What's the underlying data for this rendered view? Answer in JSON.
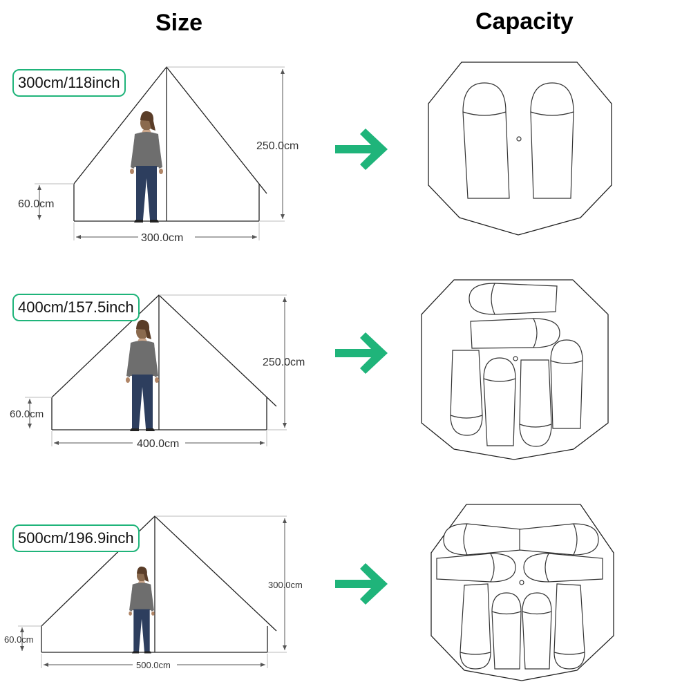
{
  "headers": {
    "size": "Size",
    "capacity": "Capacity"
  },
  "colors": {
    "accent": "#1fb47a",
    "line": "#222222"
  },
  "tents": [
    {
      "size_label": "300cm/118inch",
      "width": "300.0cm",
      "height": "250.0cm",
      "wall": "60.0cm",
      "sleeping_bags": 2
    },
    {
      "size_label": "400cm/157.5inch",
      "width": "400.0cm",
      "height": "250.0cm",
      "wall": "60.0cm",
      "sleeping_bags": 6
    },
    {
      "size_label": "500cm/196.9inch",
      "width": "500.0cm",
      "height": "300.0cm",
      "wall": "60.0cm",
      "sleeping_bags": 8
    }
  ],
  "icons": {
    "arrow": "right-arrow-icon",
    "person": "person-figure-icon"
  }
}
